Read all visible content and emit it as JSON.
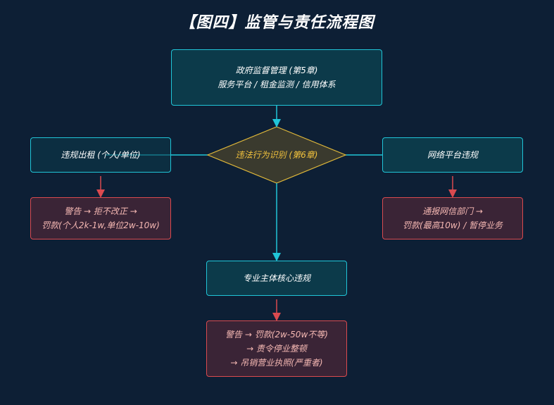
{
  "title": "【图四】监管与责任流程图",
  "nodes": {
    "gov": {
      "line1": "政府监督管理 (第5章)",
      "line2": "服务平台 / 租金监测 / 信用体系"
    },
    "identify": {
      "label": "违法行为识别 (第6章)"
    },
    "illegal_rent": {
      "label": "违规出租 (个人/单位)"
    },
    "online_platform": {
      "label": "网络平台违规"
    },
    "core_violation": {
      "label": "专业主体核心违规"
    },
    "penalty_rent": {
      "line1": "警告 → 拒不改正 →",
      "line2": "罚款(个人2k-1w,单位2w-10w)"
    },
    "penalty_platform": {
      "line1": "通报网信部门 →",
      "line2": "罚款(最高10w) / 暂停业务"
    },
    "penalty_core": {
      "line1": "警告 → 罚款(2w-50w不等)",
      "line2": "→ 责令停业整顿",
      "line3": "→ 吊销营业执照(严重者)"
    }
  },
  "colors": {
    "background": "#0d1f35",
    "teal_border": "#20c5d8",
    "teal_fill": "#0c3a4a",
    "red_border": "#d94a4f",
    "red_fill": "#3a2436",
    "diamond_border": "#e0b83a",
    "diamond_fill": "#3a3a2e",
    "diamond_text": "#f3c33d",
    "penalty_text": "#f4b7b2"
  }
}
